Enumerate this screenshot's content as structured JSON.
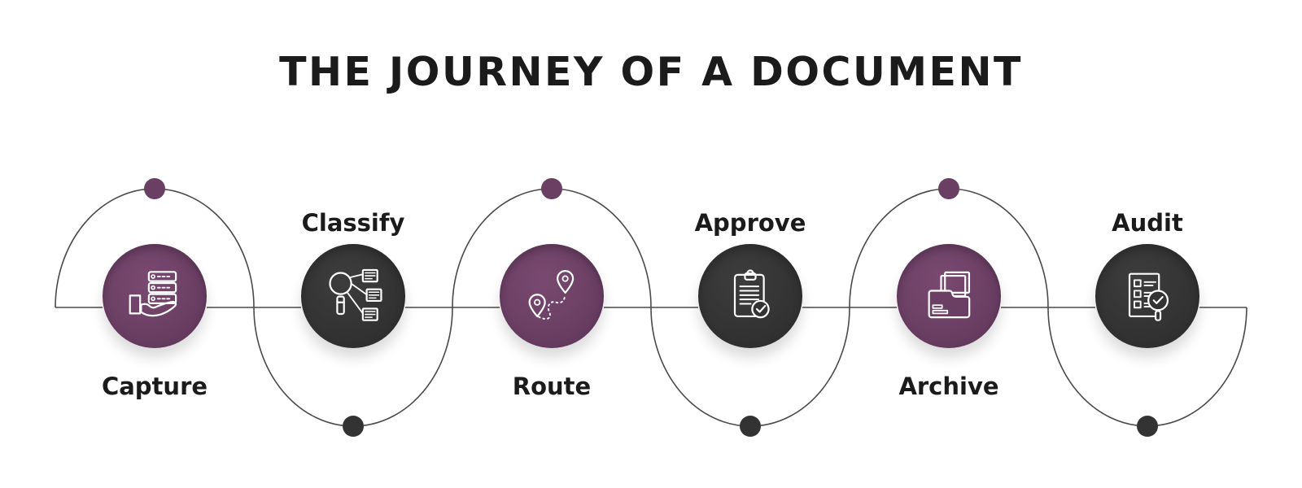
{
  "title": "THE JOURNEY OF A DOCUMENT",
  "colors": {
    "purple": "#6B3F64",
    "purple_light": "#7A4971",
    "purple_deep": "#5C3457",
    "dark": "#333333",
    "dark_light": "#3D3D3D",
    "dark_deep": "#2B2B2B",
    "line": "#4A4A4A",
    "text": "#1B1B1B",
    "background": "#FFFFFF"
  },
  "steps": [
    {
      "label": "Capture",
      "icon": "hand-receiving-data-icon",
      "color": "purple",
      "label_position": "below",
      "marker": "top-purple-dot"
    },
    {
      "label": "Classify",
      "icon": "magnifier-categories-icon",
      "color": "dark",
      "label_position": "above",
      "marker": "bottom-dark-dot"
    },
    {
      "label": "Route",
      "icon": "map-pins-path-icon",
      "color": "purple",
      "label_position": "below",
      "marker": "top-purple-dot"
    },
    {
      "label": "Approve",
      "icon": "clipboard-check-icon",
      "color": "dark",
      "label_position": "above",
      "marker": "bottom-dark-dot"
    },
    {
      "label": "Archive",
      "icon": "folder-documents-icon",
      "color": "purple",
      "label_position": "below",
      "marker": "top-purple-dot"
    },
    {
      "label": "Audit",
      "icon": "checklist-magnifier-icon",
      "color": "dark",
      "label_position": "above",
      "marker": "bottom-dark-dot"
    }
  ]
}
